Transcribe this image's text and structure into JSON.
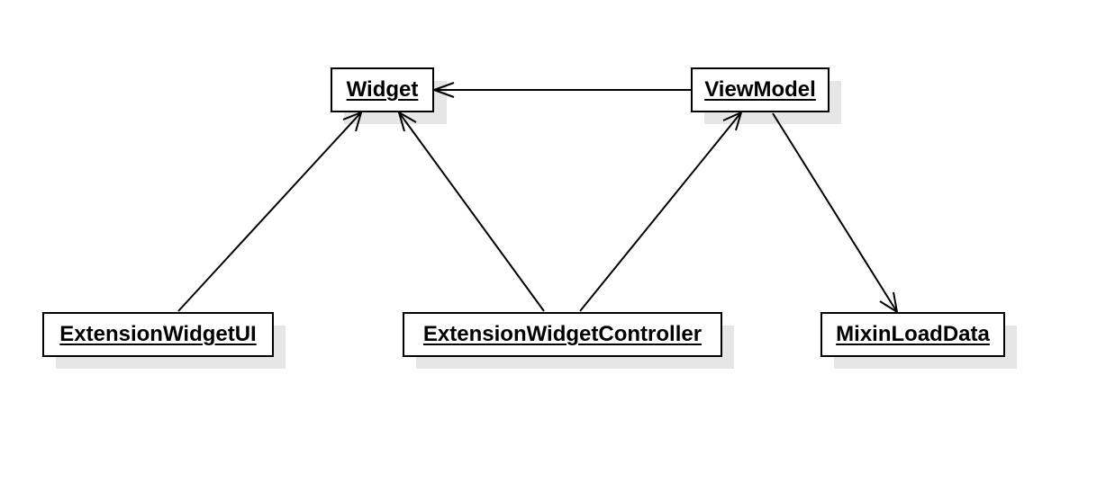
{
  "diagram": {
    "nodes": [
      {
        "id": "widget",
        "label": "Widget"
      },
      {
        "id": "viewmodel",
        "label": "ViewModel"
      },
      {
        "id": "extension_widget_ui",
        "label": "ExtensionWidgetUI"
      },
      {
        "id": "extension_widget_controller",
        "label": "ExtensionWidgetController"
      },
      {
        "id": "mixin_load_data",
        "label": "MixinLoadData"
      }
    ],
    "edges": [
      {
        "from": "viewmodel",
        "to": "widget",
        "arrow": "open"
      },
      {
        "from": "extension_widget_ui",
        "to": "widget",
        "arrow": "open"
      },
      {
        "from": "extension_widget_controller",
        "to": "widget",
        "arrow": "open"
      },
      {
        "from": "extension_widget_controller",
        "to": "viewmodel",
        "arrow": "open"
      },
      {
        "from": "viewmodel",
        "to": "mixin_load_data",
        "arrow": "open"
      }
    ],
    "colors": {
      "stroke": "#000000",
      "shadow": "#e6e6e6",
      "background": "#ffffff"
    }
  }
}
